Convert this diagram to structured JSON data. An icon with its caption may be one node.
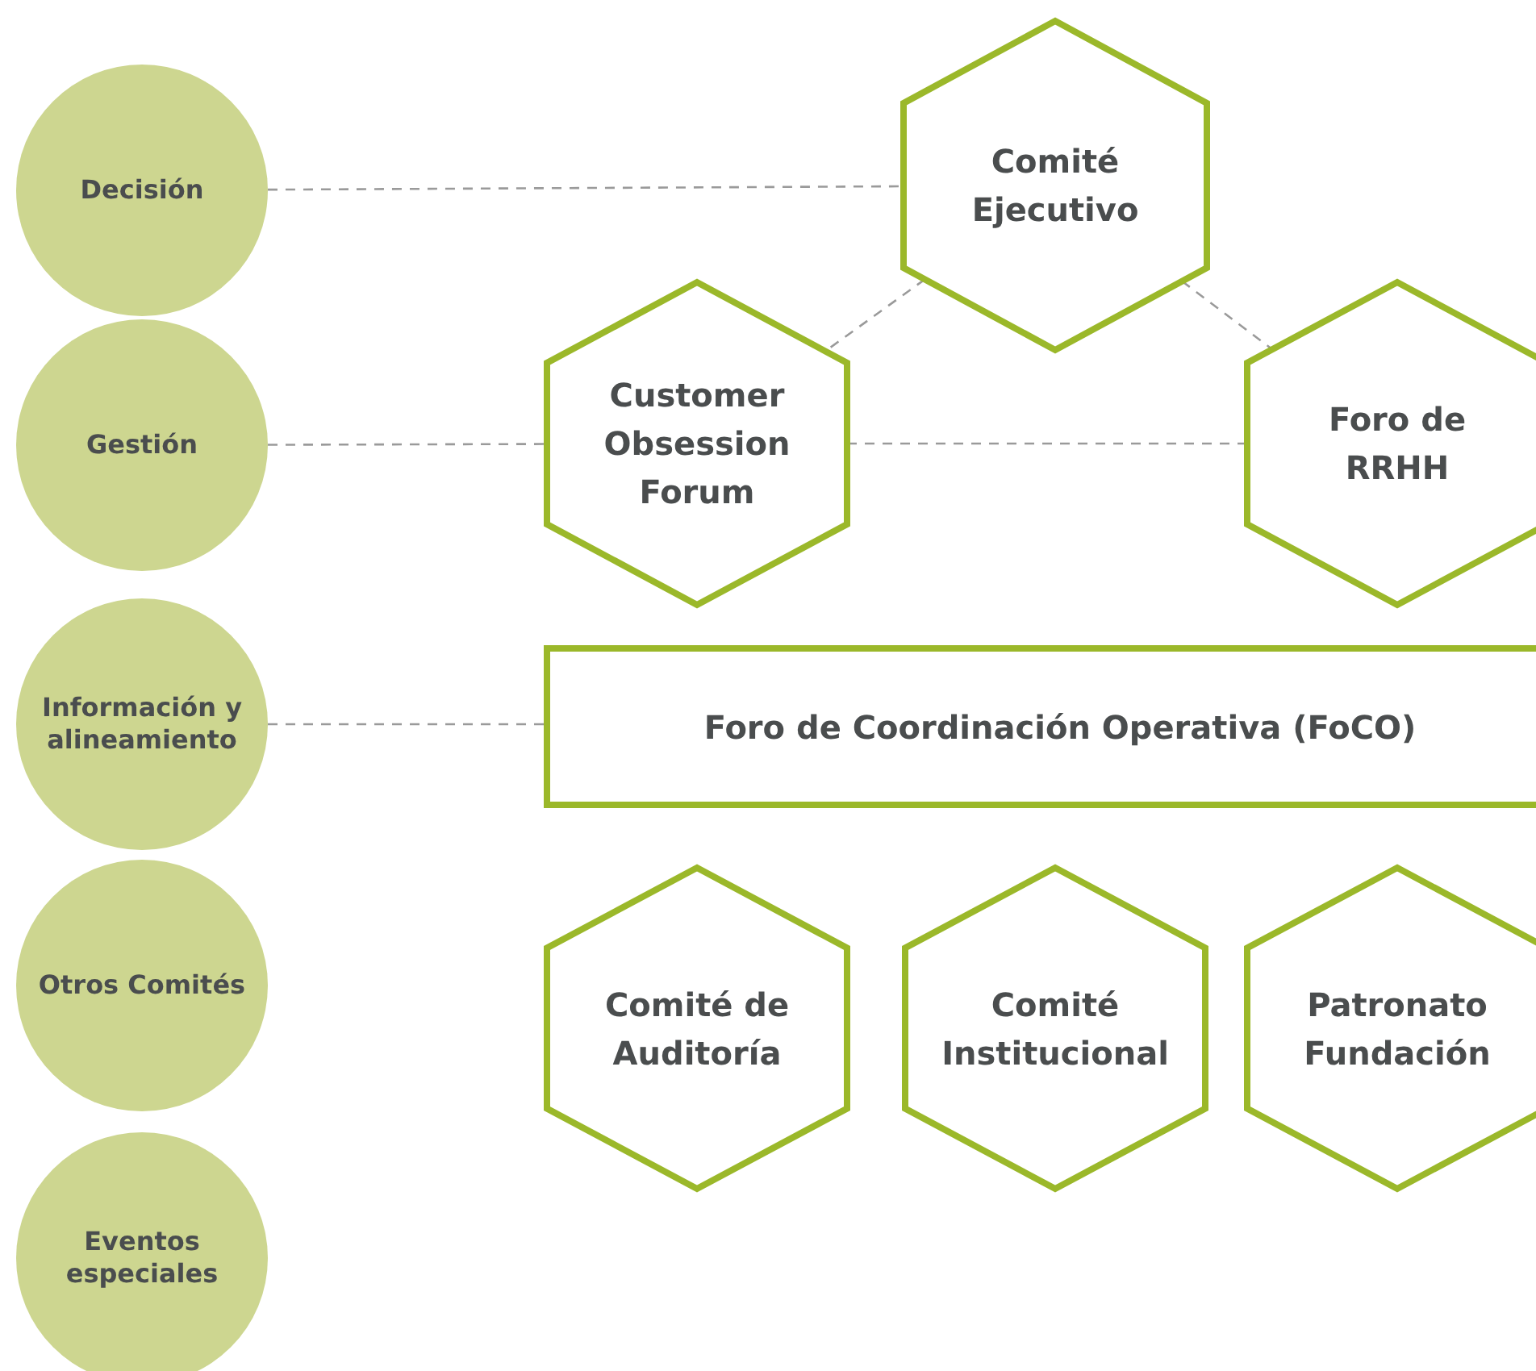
{
  "diagram": {
    "nodes": [
      {
        "text": [
          "Decisión"
        ]
      },
      {
        "text": [
          "Gestión"
        ]
      },
      {
        "text": [
          "Información y alineamiento"
        ]
      },
      {
        "text": [
          "Otros Comités"
        ]
      },
      {
        "text": [
          "Eventos especiales"
        ]
      },
      {
        "text": [
          "Comité Ejecutivo"
        ]
      },
      {
        "text": [
          "Customer Obsession Forum"
        ]
      },
      {
        "text": [
          "Foro de RRHH"
        ]
      },
      {
        "text": [
          "Foro de Coordinación Operativa (FoCO)"
        ]
      },
      {
        "text": [
          "Comité de Auditoría"
        ]
      },
      {
        "text": [
          "Comité Institucional"
        ]
      },
      {
        "text": [
          "Patronato Fundación"
        ]
      }
    ],
    "edges": [
      {
        "from": 0,
        "to": 5,
        "arrow": "none",
        "style": "dashed"
      },
      {
        "from": 5,
        "to": 6,
        "arrow": "none",
        "style": "dashed"
      },
      {
        "from": 5,
        "to": 7,
        "arrow": "none",
        "style": "dashed"
      },
      {
        "from": 1,
        "to": 6,
        "arrow": "none",
        "style": "dashed"
      },
      {
        "from": 6,
        "to": 7,
        "arrow": "none",
        "style": "dashed"
      },
      {
        "from": 2,
        "to": 8,
        "arrow": "none",
        "style": "dashed"
      }
    ]
  }
}
